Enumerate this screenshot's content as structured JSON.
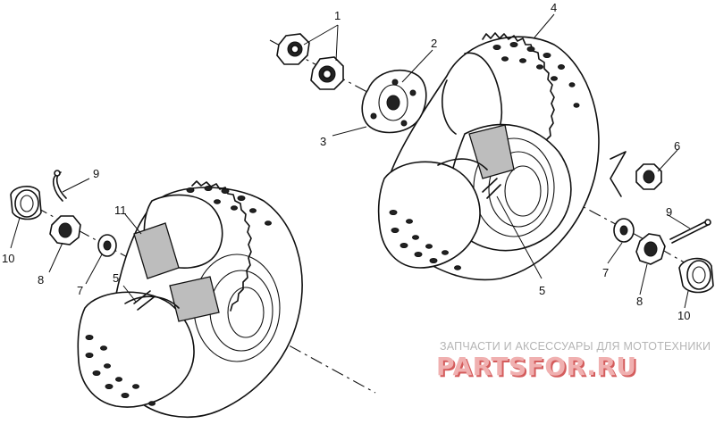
{
  "callouts": [
    {
      "id": "c1",
      "label": "1"
    },
    {
      "id": "c2",
      "label": "2"
    },
    {
      "id": "c3",
      "label": "3"
    },
    {
      "id": "c4",
      "label": "4"
    },
    {
      "id": "c5a",
      "label": "5"
    },
    {
      "id": "c5b",
      "label": "5"
    },
    {
      "id": "c6",
      "label": "6"
    },
    {
      "id": "c7a",
      "label": "7"
    },
    {
      "id": "c7b",
      "label": "7"
    },
    {
      "id": "c8a",
      "label": "8"
    },
    {
      "id": "c8b",
      "label": "8"
    },
    {
      "id": "c9a",
      "label": "9"
    },
    {
      "id": "c9b",
      "label": "9"
    },
    {
      "id": "c10a",
      "label": "10"
    },
    {
      "id": "c10b",
      "label": "10"
    },
    {
      "id": "c11",
      "label": "11"
    }
  ],
  "watermark": {
    "tagline": "ЗАПЧАСТИ И АКСЕССУАРЫ ДЛЯ МОТОТЕХНИКИ",
    "logo": "PARTSFOR.RU"
  }
}
